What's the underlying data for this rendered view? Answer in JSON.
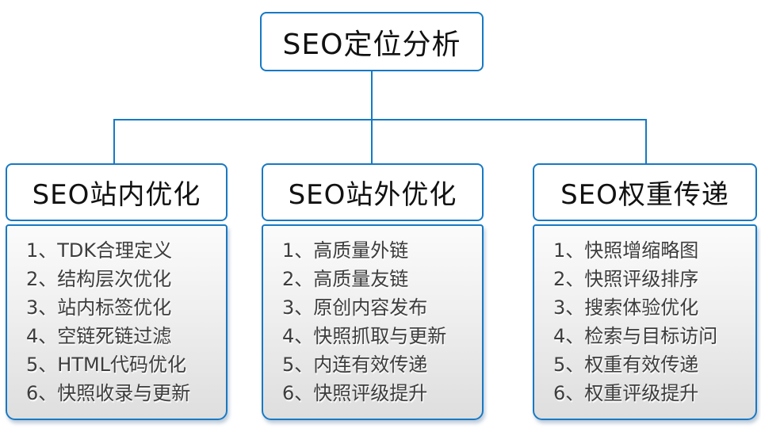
{
  "colors": {
    "accent": "#1779c4",
    "list_text": "#3d3d3d",
    "header_text": "#111111"
  },
  "root": {
    "title": "SEO定位分析"
  },
  "columns": [
    {
      "header": "SEO站内优化",
      "items": [
        "1、TDK合理定义",
        "2、结构层次优化",
        "3、站内标签优化",
        "4、空链死链过滤",
        "5、HTML代码优化",
        "6、快照收录与更新"
      ]
    },
    {
      "header": "SEO站外优化",
      "items": [
        "1、高质量外链",
        "2、高质量友链",
        "3、原创内容发布",
        "4、快照抓取与更新",
        "5、内连有效传递",
        "6、快照评级提升"
      ]
    },
    {
      "header": "SEO权重传递",
      "items": [
        "1、快照增缩略图",
        "2、快照评级排序",
        "3、搜索体验优化",
        "4、检索与目标访问",
        "5、权重有效传递",
        "6、权重评级提升"
      ]
    }
  ]
}
